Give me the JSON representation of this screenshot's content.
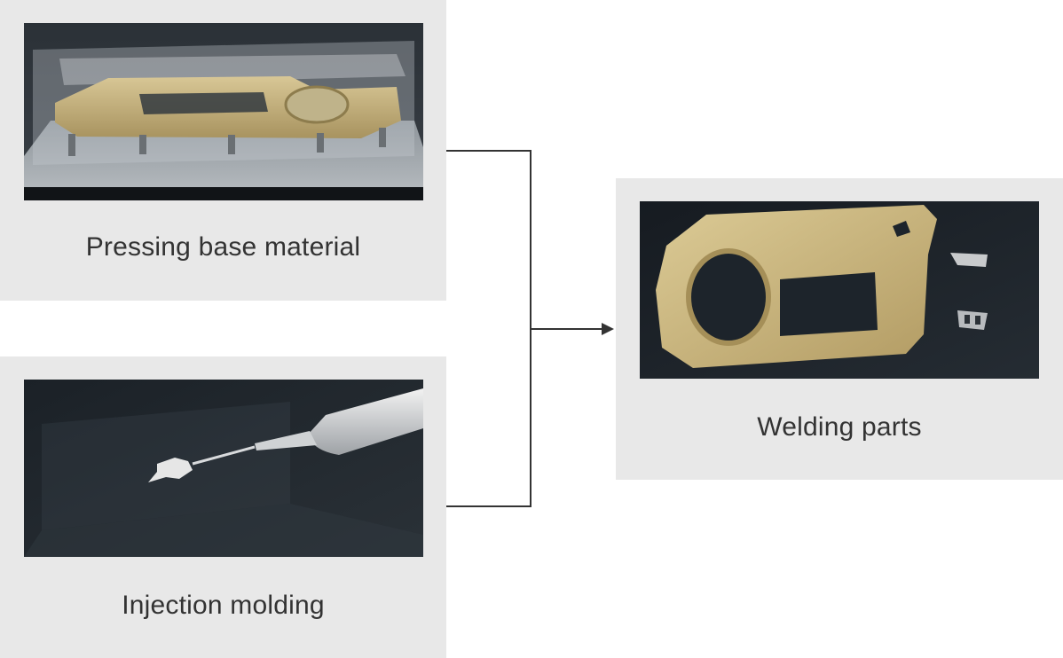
{
  "steps": {
    "pressing": {
      "label": "Pressing base material"
    },
    "injection": {
      "label": "Injection molding"
    },
    "welding": {
      "label": "Welding parts"
    }
  },
  "colors": {
    "card_background": "#e8e8e8",
    "label_text": "#333333",
    "connector_line": "#333333",
    "photo_dark": "#1c2228",
    "part_gold": "#c9b47e"
  }
}
